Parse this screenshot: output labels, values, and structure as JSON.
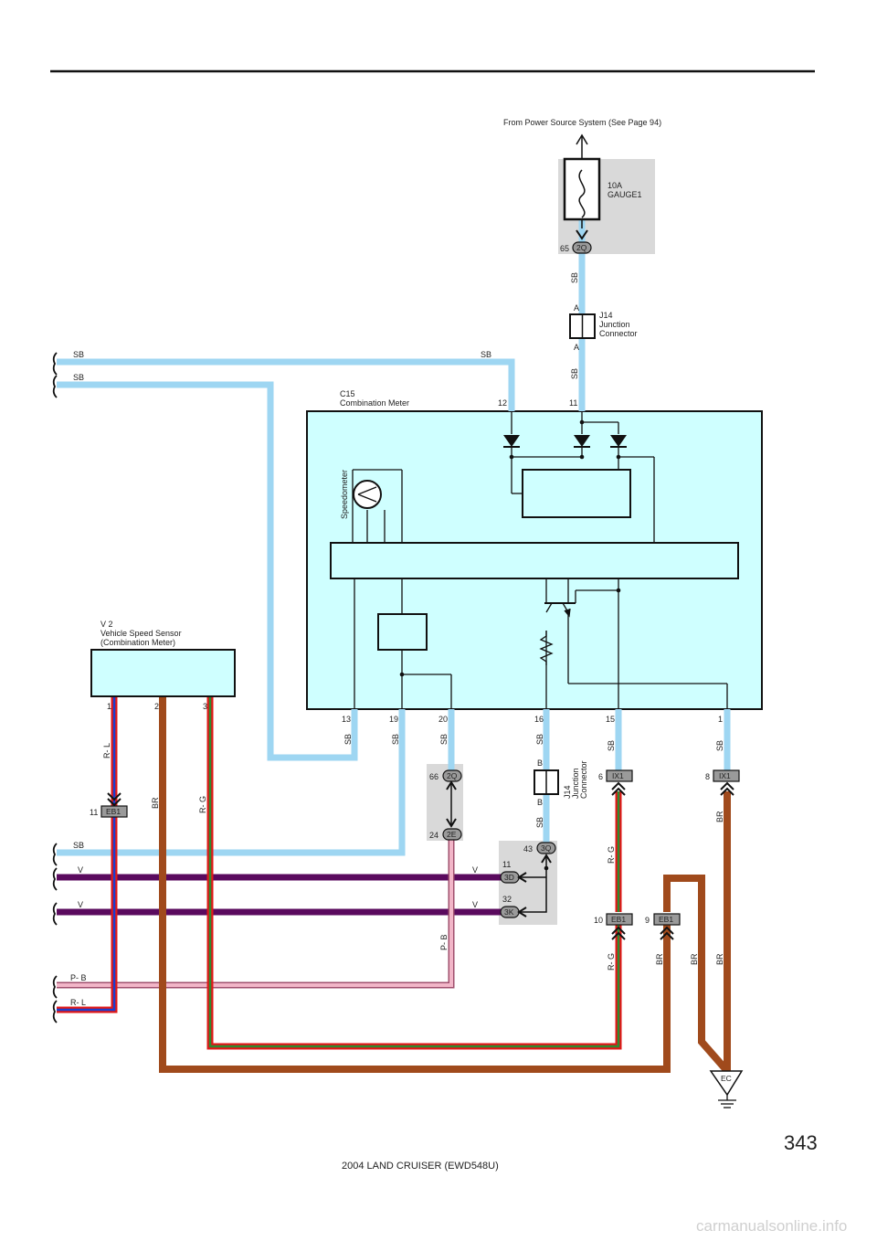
{
  "header": {
    "source_note": "From Power Source System (See Page 94)"
  },
  "fuse": {
    "rating": "10A",
    "name": "GAUGE1"
  },
  "junction_top": {
    "id": "J14",
    "line1": "Junction",
    "line2": "Connector",
    "pin_in": "A",
    "pin_out": "A"
  },
  "junction_bottom": {
    "id": "J14",
    "line1": "Junction",
    "line2": "Connector",
    "pin_in": "B",
    "pin_out": "B"
  },
  "meter": {
    "id": "C15",
    "name": "Combination Meter",
    "gauge_label": "Speedometer",
    "pins_top": {
      "p12": "12",
      "p11": "11"
    },
    "pins_bottom": {
      "p13": "13",
      "p19": "19",
      "p20": "20",
      "p16": "16",
      "p15": "15",
      "p1": "1"
    }
  },
  "sensor": {
    "id": "V 2",
    "name": "Vehicle Speed Sensor",
    "sub": "(Combination Meter)",
    "pins": {
      "p1": "1",
      "p2": "2",
      "p3": "3"
    }
  },
  "connectors": {
    "c2q_top": {
      "pin": "65",
      "code": "2Q"
    },
    "c2q_mid": {
      "pin": "66",
      "code": "2Q"
    },
    "c2e": {
      "pin": "24",
      "code": "2E"
    },
    "c3q": {
      "pin": "43",
      "code": "3Q"
    },
    "c3d": {
      "pin": "11",
      "code": "3D"
    },
    "c3k": {
      "pin": "32",
      "code": "3K"
    },
    "ix1_a": {
      "pin": "6",
      "code": "IX1"
    },
    "ix1_b": {
      "pin": "8",
      "code": "IX1"
    },
    "eb1_a": {
      "pin": "11",
      "code": "EB1"
    },
    "eb1_b": {
      "pin": "10",
      "code": "EB1"
    },
    "eb1_c": {
      "pin": "9",
      "code": "EB1"
    }
  },
  "ground": {
    "code": "EC"
  },
  "wire_labels": {
    "sb": "SB",
    "v": "V",
    "pb": "P- B",
    "rl": "R- L",
    "rg": "R- G",
    "br": "BR"
  },
  "wire_colors": {
    "sb": "#9ed6f2",
    "v": "#5a0a5e",
    "pb": "#e89ab4",
    "br": "#a04a1c",
    "red": "#e01818",
    "green": "#2f8a2f",
    "blue": "#1a3fd0",
    "panel": "#cfffff",
    "shade": "#d9d9d9"
  },
  "footer": {
    "page_number": "343",
    "title": "2004 LAND CRUISER (EWD548U)",
    "watermark": "carmanualsonline.info"
  }
}
